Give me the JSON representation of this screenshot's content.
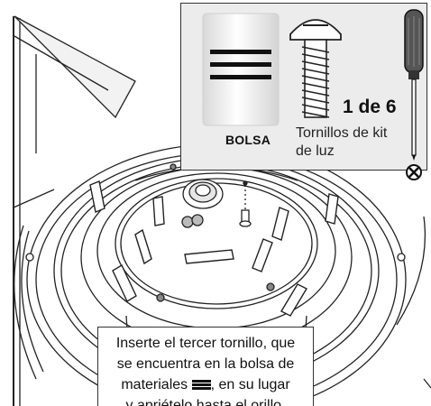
{
  "callout": {
    "bag_label": "BOLSA",
    "count_label": "1 de 6",
    "screw_description": "Tornillos de kit de luz"
  },
  "instruction": {
    "line1": "Inserte el tercer tornillo, que",
    "line2": "se encuentra en la bolsa de",
    "line3_before": "materiales ",
    "line3_after": ", en su lugar",
    "line4": "y apriételo hasta el orillo."
  },
  "icons": {
    "bag": "bag-icon",
    "screw": "screw-icon",
    "screwdriver": "screwdriver-icon",
    "phillips": "phillips-head-icon"
  }
}
